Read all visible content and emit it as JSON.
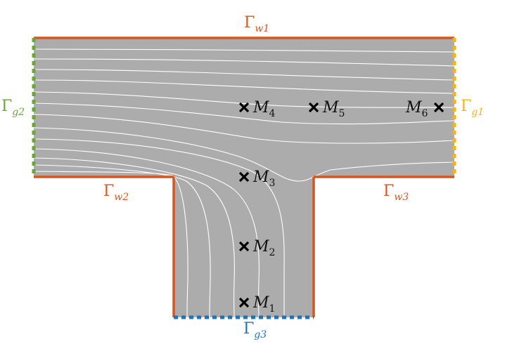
{
  "colors": {
    "domain": "#acacac",
    "wall": "#d6561f",
    "g1": "#f2b51a",
    "g2": "#6aa63a",
    "g3": "#1f73b8",
    "streamline": "#ffffff",
    "marker": "#000000"
  },
  "boundaries": {
    "w1": {
      "symbol": "Γ",
      "sub": "w1"
    },
    "w2": {
      "symbol": "Γ",
      "sub": "w2"
    },
    "w3": {
      "symbol": "Γ",
      "sub": "w3"
    },
    "g1": {
      "symbol": "Γ",
      "sub": "g1"
    },
    "g2": {
      "symbol": "Γ",
      "sub": "g2"
    },
    "g3": {
      "symbol": "Γ",
      "sub": "g3"
    }
  },
  "markers": [
    {
      "symbol": "M",
      "sub": "1"
    },
    {
      "symbol": "M",
      "sub": "2"
    },
    {
      "symbol": "M",
      "sub": "3"
    },
    {
      "symbol": "M",
      "sub": "4"
    },
    {
      "symbol": "M",
      "sub": "5"
    },
    {
      "symbol": "M",
      "sub": "6"
    }
  ]
}
